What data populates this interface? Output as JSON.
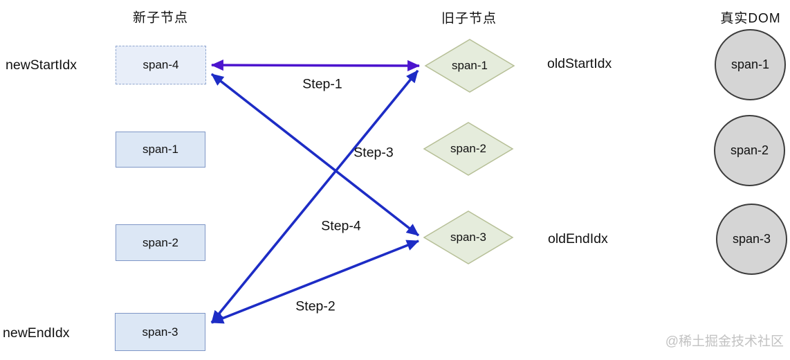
{
  "headers": {
    "new_children": "新子节点",
    "old_children": "旧子节点",
    "real_dom": "真实DOM"
  },
  "pointers": {
    "new_start": "newStartIdx",
    "new_end": "newEndIdx",
    "old_start": "oldStartIdx",
    "old_end": "oldEndIdx"
  },
  "new_nodes": {
    "items": [
      {
        "label": "span-4",
        "style": "dashed"
      },
      {
        "label": "span-1",
        "style": "solid"
      },
      {
        "label": "span-2",
        "style": "solid"
      },
      {
        "label": "span-3",
        "style": "solid"
      }
    ]
  },
  "old_nodes": {
    "items": [
      {
        "label": "span-1"
      },
      {
        "label": "span-2"
      },
      {
        "label": "span-3"
      }
    ]
  },
  "dom_nodes": {
    "items": [
      {
        "label": "span-1"
      },
      {
        "label": "span-2"
      },
      {
        "label": "span-3"
      }
    ]
  },
  "steps": {
    "step1": "Step-1",
    "step2": "Step-2",
    "step3": "Step-3",
    "step4": "Step-4"
  },
  "watermark": "@稀土掘金技术社区",
  "colors": {
    "arrow_blue": "#1d2cc5",
    "arrow_step1_purple": "#4c14ce",
    "box_fill": "#dce7f5",
    "box_border": "#7e96c6",
    "dashed_box_fill": "#e8eef9",
    "dashed_box_border": "#8ea6cf",
    "diamond_fill": "#e5ecdc",
    "diamond_border": "#b6bf96",
    "circle_fill": "#d5d5d5",
    "circle_border": "#3c3c3c"
  }
}
